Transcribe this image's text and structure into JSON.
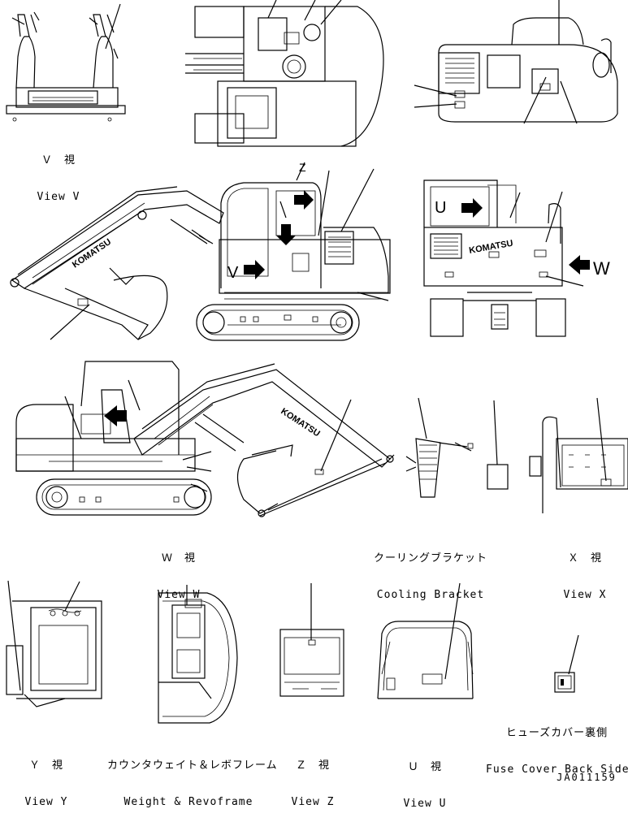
{
  "views": [
    {
      "id": "v",
      "jp": "Ｖ　視",
      "en": "View V"
    },
    {
      "id": "w",
      "jp": "Ｗ　視",
      "en": "View W"
    },
    {
      "id": "cooling",
      "jp": "クーリングブラケット",
      "en": "Cooling Bracket"
    },
    {
      "id": "x",
      "jp": "Ｘ　視",
      "en": "View X"
    },
    {
      "id": "y",
      "jp": "Ｙ　視",
      "en": "View Y"
    },
    {
      "id": "weight",
      "jp": "カウンタウェイト＆レボフレーム",
      "en": "Weight & Revoframe"
    },
    {
      "id": "z",
      "jp": "Ｚ　視",
      "en": "View Z"
    },
    {
      "id": "u",
      "jp": "Ｕ　視",
      "en": "View U"
    },
    {
      "id": "fuse",
      "jp": "ヒューズカバー裏側",
      "en": "Fuse Cover Back Side"
    }
  ],
  "markers": {
    "z": "Z",
    "u": "U",
    "v": "V",
    "w": "W"
  },
  "brand": "KOMATSU",
  "drawing_number": "JA011159"
}
